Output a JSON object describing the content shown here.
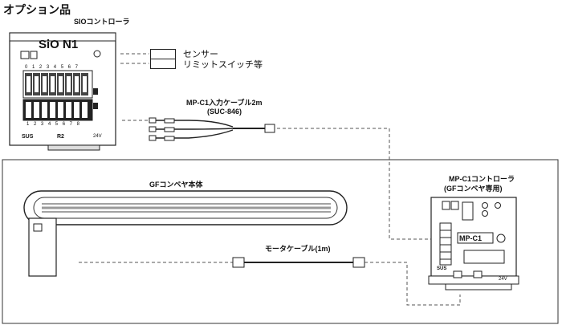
{
  "title": "オプション品",
  "sio": {
    "label": "SIOコントローラ",
    "brand": "SiO N1",
    "bottom_left": "SUS",
    "bottom_mid": "R2",
    "bottom_right": "24V",
    "nums_top": [
      "0",
      "1",
      "2",
      "3",
      "4",
      "5",
      "6",
      "7"
    ],
    "nums_bottom": [
      "1",
      "2",
      "3",
      "4",
      "5",
      "6",
      "7",
      "8"
    ]
  },
  "options": {
    "sensor": "センサー",
    "limit_switch": "リミットスイッチ等"
  },
  "input_cable": {
    "line1": "MP-C1入力ケーブル2m",
    "line2": "(SUC-846)"
  },
  "conveyor": {
    "label": "GFコンベヤ本体"
  },
  "motor_cable": {
    "label": "モータケーブル(1m)"
  },
  "mp_controller": {
    "line1": "MP-C1コントローラ",
    "line2": "(GFコンベヤ専用)",
    "brand": "MP-C1",
    "bottom_left": "SUS",
    "bottom_right": "24V"
  },
  "colors": {
    "line": "#222222",
    "fill": "#ffffff",
    "dark": "#111111",
    "gray": "#9a9a9a"
  }
}
